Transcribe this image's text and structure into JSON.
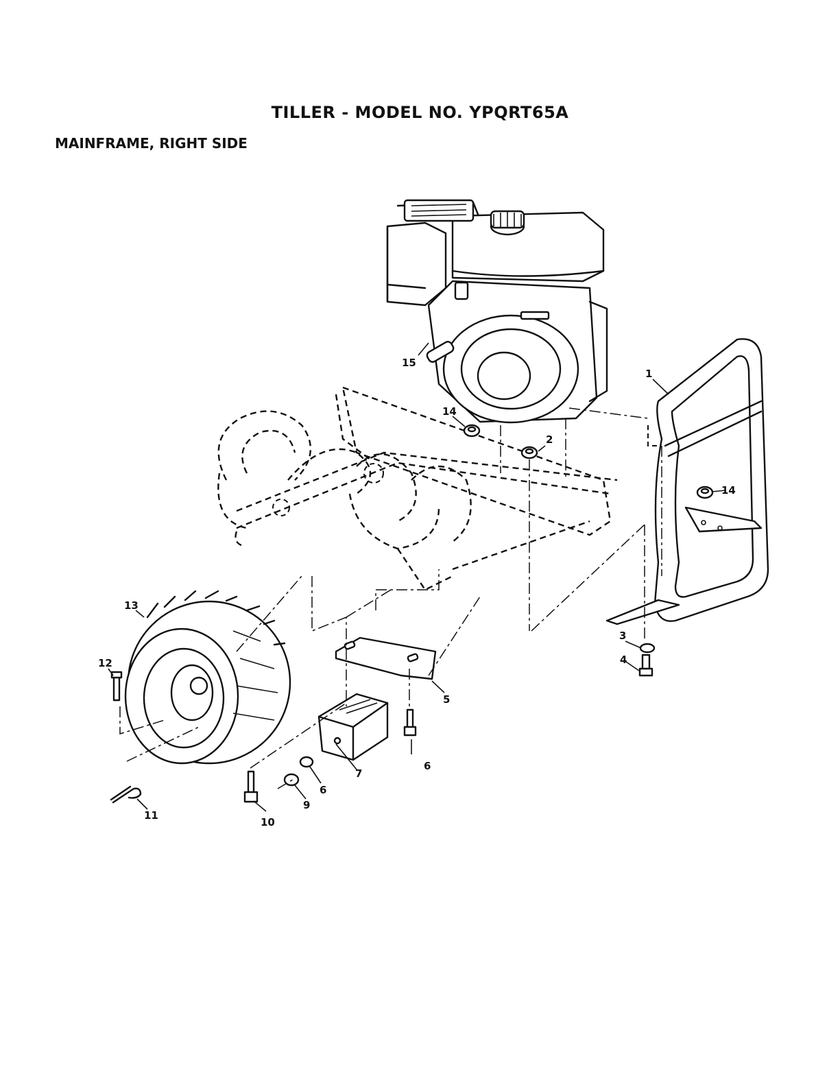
{
  "header": {
    "title": "TILLER - MODEL NO. YPQRT65A",
    "subtitle": "MAINFRAME, RIGHT SIDE"
  },
  "callouts": [
    {
      "id": "c1",
      "label": "1"
    },
    {
      "id": "c2",
      "label": "2"
    },
    {
      "id": "c3",
      "label": "3"
    },
    {
      "id": "c4",
      "label": "4"
    },
    {
      "id": "c5",
      "label": "5"
    },
    {
      "id": "c6a",
      "label": "6"
    },
    {
      "id": "c6b",
      "label": "6"
    },
    {
      "id": "c7",
      "label": "7"
    },
    {
      "id": "c9",
      "label": "9"
    },
    {
      "id": "c10",
      "label": "10"
    },
    {
      "id": "c11",
      "label": "11"
    },
    {
      "id": "c12",
      "label": "12"
    },
    {
      "id": "c13",
      "label": "13"
    },
    {
      "id": "c14a",
      "label": "14"
    },
    {
      "id": "c14b",
      "label": "14"
    },
    {
      "id": "c15",
      "label": "15"
    }
  ]
}
